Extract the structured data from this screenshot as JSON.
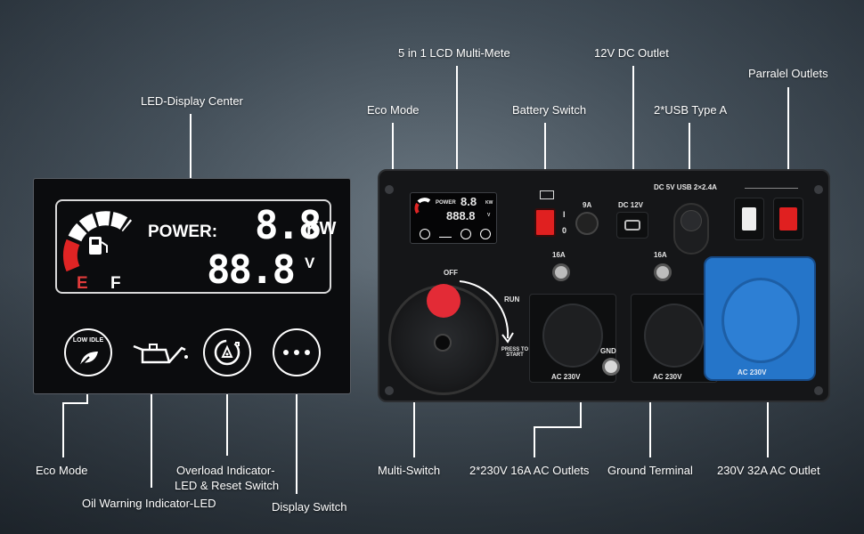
{
  "labels": {
    "led_display_center": "LED-Display Center",
    "eco_mode_left": "Eco Mode",
    "oil_warning": "Oil Warning Indicator-LED",
    "overload_line1": "Overload Indicator-",
    "overload_line2": "LED & Reset Switch",
    "display_switch": "Display Switch",
    "lcd_multimeter": "5 in 1 LCD Multi-Mete",
    "eco_mode_right": "Eco Mode",
    "battery_switch": "Battery Switch",
    "dc_outlet": "12V DC Outlet",
    "usb": "2*USB Type A",
    "parallel": "Parralel Outlets",
    "multi_switch": "Multi-Switch",
    "ac_outlets": "2*230V 16A AC Outlets",
    "ground": "Ground Terminal",
    "ac32": "230V 32A AC Outlet"
  },
  "led_panel": {
    "power_label": "POWER:",
    "power_value": "8.8",
    "power_unit": "KW",
    "voltage_value": "88.8",
    "voltage_unit": "V",
    "fuel_empty": "E",
    "fuel_full": "F",
    "low_idle_text": "LOW IDLE"
  },
  "gen_panel": {
    "mini_power": "POWER",
    "mini_kw_value": "8.8",
    "mini_kw_unit": "KW",
    "mini_v_value": "888.8",
    "mini_v_unit": "V",
    "breaker_9a": "9A",
    "dc_12v": "DC 12V",
    "usb_spec": "DC 5V USB 2×2.4A",
    "switch_on": "I",
    "switch_off": "0",
    "knob_off": "OFF",
    "knob_run": "RUN",
    "knob_start": "PRESS TO START",
    "breaker_16a_left": "16A",
    "breaker_16a_right": "16A",
    "gnd": "GND",
    "ac_left": "AC 230V",
    "ac_right": "AC 230V",
    "ac_blue": "AC 230V"
  },
  "colors": {
    "accent_red": "#e02020",
    "socket_blue": "#2575c9",
    "panel_black": "#151618"
  }
}
